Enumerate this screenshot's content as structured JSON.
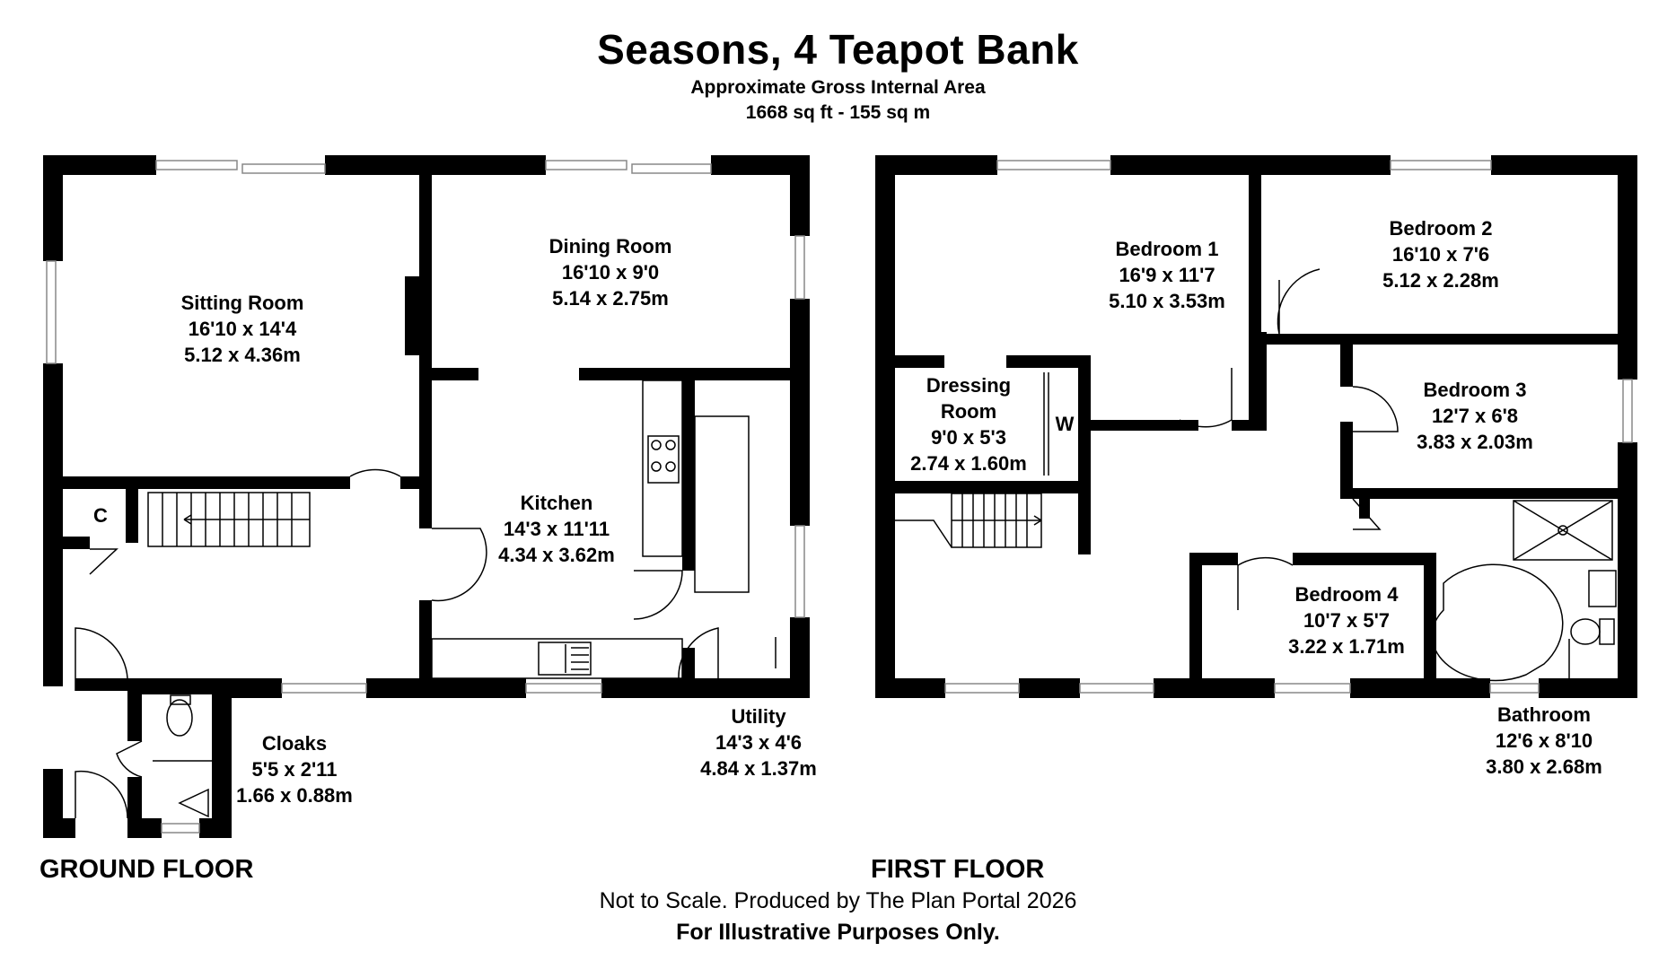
{
  "header": {
    "title": "Seasons, 4 Teapot Bank",
    "area_label": "Approximate Gross Internal Area",
    "area_value": "1668 sq ft - 155 sq m"
  },
  "floors": {
    "ground": {
      "label": "GROUND FLOOR",
      "rooms": {
        "sitting": {
          "name": "Sitting Room",
          "imperial": "16'10 x 14'4",
          "metric": "5.12 x 4.36m"
        },
        "dining": {
          "name": "Dining Room",
          "imperial": "16'10 x 9'0",
          "metric": "5.14 x 2.75m"
        },
        "kitchen": {
          "name": "Kitchen",
          "imperial": "14'3 x 11'11",
          "metric": "4.34 x 3.62m"
        },
        "utility": {
          "name": "Utility",
          "imperial": "14'3 x 4'6",
          "metric": "4.84 x 1.37m"
        },
        "cloaks": {
          "name": "Cloaks",
          "imperial": "5'5 x 2'11",
          "metric": "1.66 x 0.88m"
        },
        "cupboard": {
          "name": "C"
        }
      }
    },
    "first": {
      "label": "FIRST FLOOR",
      "rooms": {
        "bedroom1": {
          "name": "Bedroom 1",
          "imperial": "16'9 x 11'7",
          "metric": "5.10 x 3.53m"
        },
        "bedroom2": {
          "name": "Bedroom 2",
          "imperial": "16'10 x 7'6",
          "metric": "5.12 x 2.28m"
        },
        "bedroom3": {
          "name": "Bedroom 3",
          "imperial": "12'7 x 6'8",
          "metric": "3.83 x 2.03m"
        },
        "bedroom4": {
          "name": "Bedroom 4",
          "imperial": "10'7 x 5'7",
          "metric": "3.22 x 1.71m"
        },
        "dressing": {
          "name1": "Dressing",
          "name2": "Room",
          "imperial": "9'0 x 5'3",
          "metric": "2.74 x 1.60m"
        },
        "wardrobe": {
          "name": "W"
        },
        "bathroom": {
          "name": "Bathroom",
          "imperial": "12'6 x 8'10",
          "metric": "3.80 x 2.68m"
        }
      }
    }
  },
  "footer": {
    "note": "Not to Scale. Produced by The Plan Portal 2026",
    "disclaimer": "For Illustrative Purposes Only."
  }
}
